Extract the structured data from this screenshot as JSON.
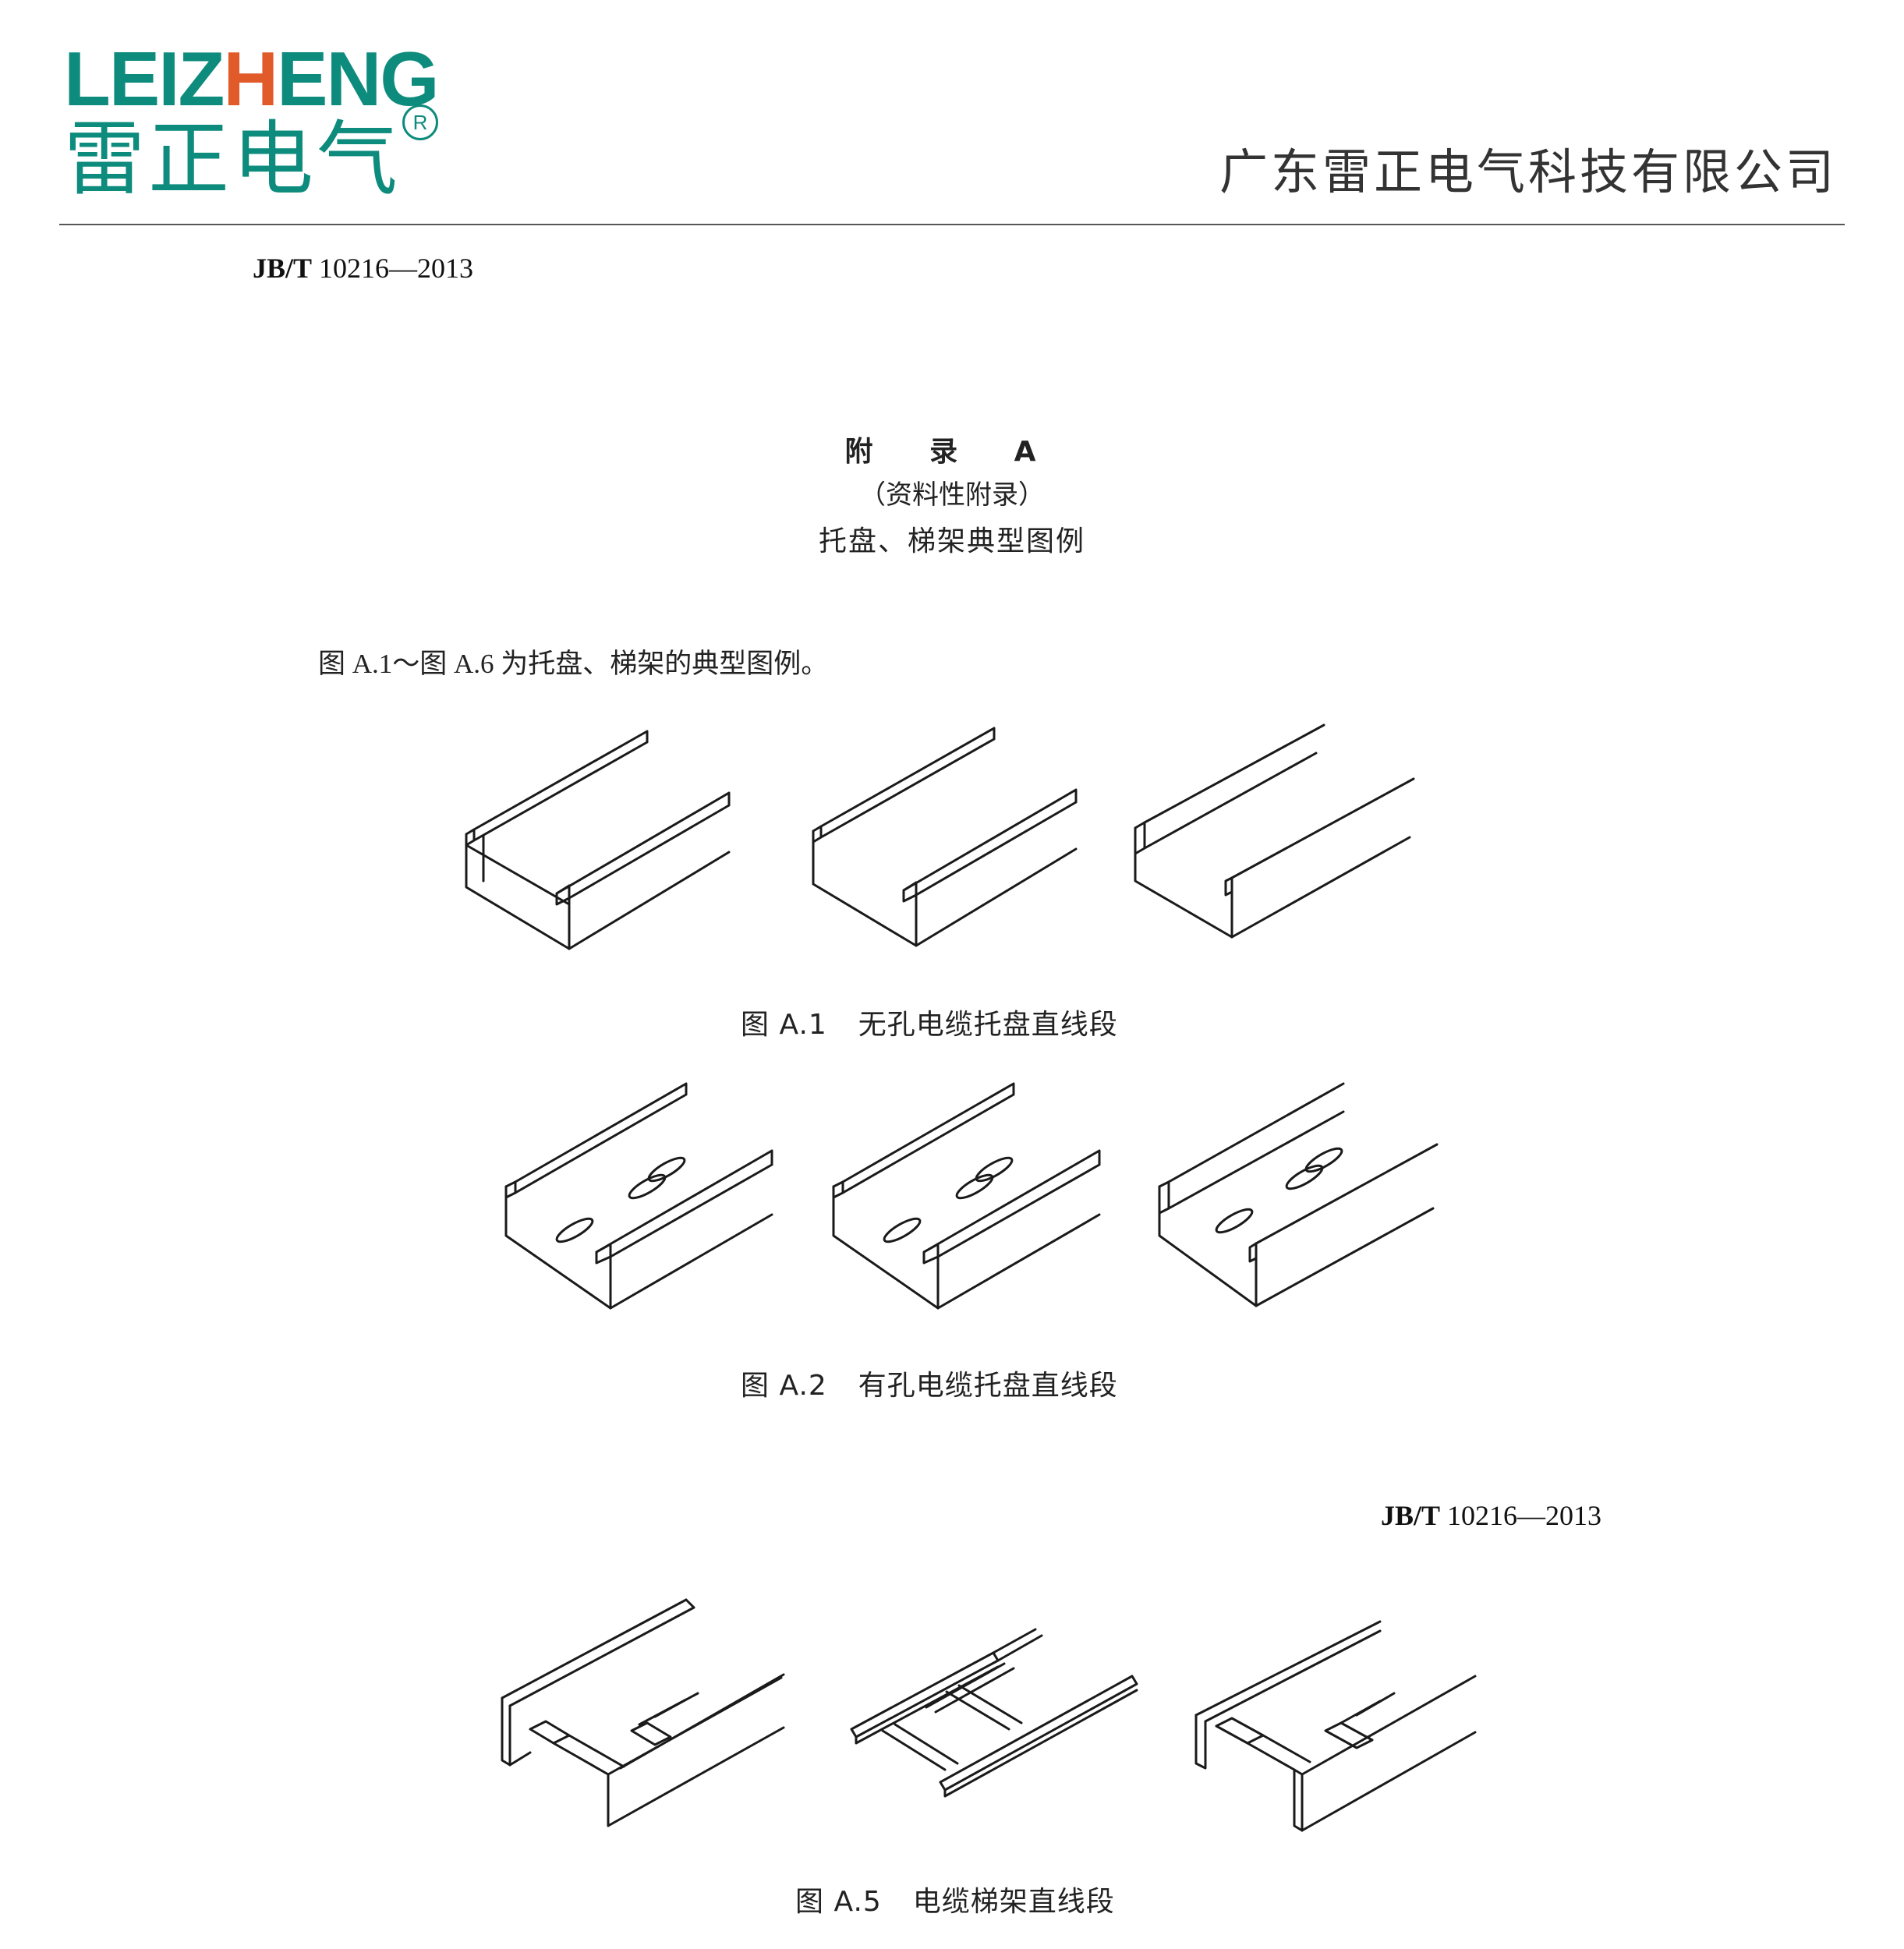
{
  "header": {
    "logo_en_part1": "LEIZ",
    "logo_en_accent": "H",
    "logo_en_part2": "ENG",
    "logo_cn": "雷正电气",
    "logo_reg": "R",
    "company": "广东雷正电气科技有限公司"
  },
  "standard": {
    "prefix": "JB/T",
    "number": "10216—2013"
  },
  "appendix": {
    "title": "附 录 A",
    "subtitle": "（资料性附录）",
    "heading": "托盘、梯架典型图例",
    "intro": "图 A.1～图 A.6 为托盘、梯架的典型图例。"
  },
  "figures": [
    {
      "id": "A.1",
      "label": "图 A.1",
      "caption": "无孔电缆托盘直线段"
    },
    {
      "id": "A.2",
      "label": "图 A.2",
      "caption": "有孔电缆托盘直线段"
    },
    {
      "id": "A.5",
      "label": "图 A.5",
      "caption": "电缆梯架直线段"
    }
  ],
  "colors": {
    "brand_teal": "#0d8b7d",
    "brand_accent": "#e05a2a",
    "line": "#1a1a1a"
  }
}
